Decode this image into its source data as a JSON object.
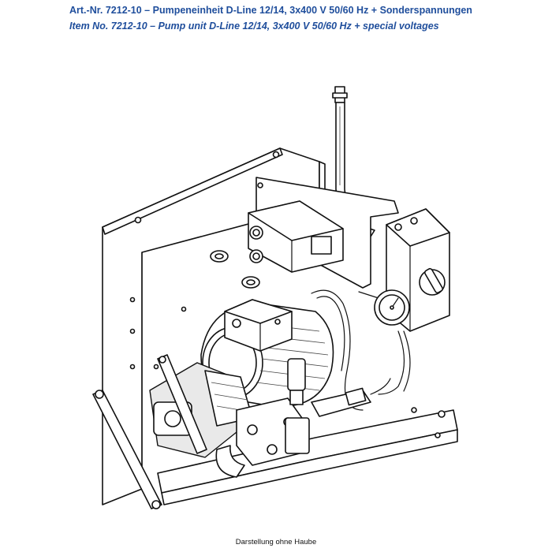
{
  "header": {
    "title_de": "Art.-Nr. 7212-10 – Pumpeneinheit D-Line 12/14, 3x400 V 50/60 Hz + Sonderspannungen",
    "title_en": "Item No. 7212-10 – Pump unit D-Line 12/14, 3x400 V 50/60 Hz + special voltages"
  },
  "figure": {
    "caption": "Darstellung ohne Haube"
  },
  "colors": {
    "title": "#1f4e9c",
    "line": "#111111"
  }
}
